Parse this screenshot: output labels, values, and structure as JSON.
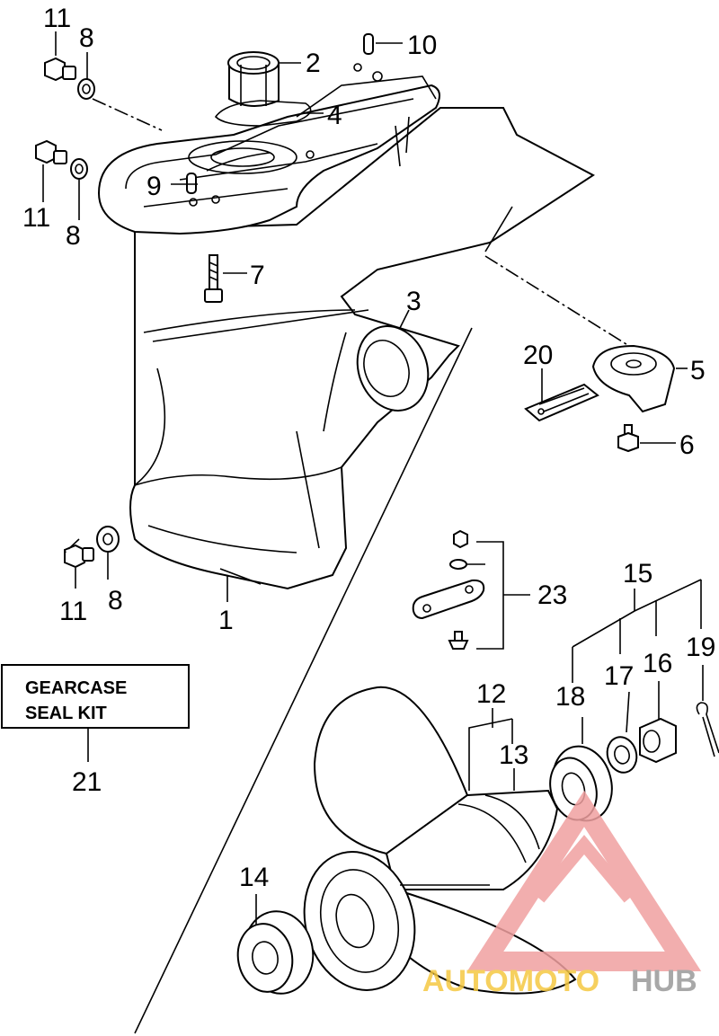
{
  "callouts": {
    "c1": "1",
    "c2": "2",
    "c3": "3",
    "c4": "4",
    "c5": "5",
    "c6": "6",
    "c7": "7",
    "c8a": "8",
    "c8b": "8",
    "c8c": "8",
    "c9": "9",
    "c10": "10",
    "c11a": "11",
    "c11b": "11",
    "c11c": "11",
    "c12": "12",
    "c13": "13",
    "c14": "14",
    "c15": "15",
    "c16": "16",
    "c17": "17",
    "c18": "18",
    "c19": "19",
    "c20": "20",
    "c21": "21",
    "c23": "23"
  },
  "kit_box": {
    "line1": "GEARCASE",
    "line2": "SEAL KIT"
  },
  "watermark": {
    "part1": "AUTOMOTO",
    "part2": "HUB",
    "color_a": "#f0a0a0",
    "color_b": "#f5c842",
    "color_c": "#9a9a9a"
  }
}
